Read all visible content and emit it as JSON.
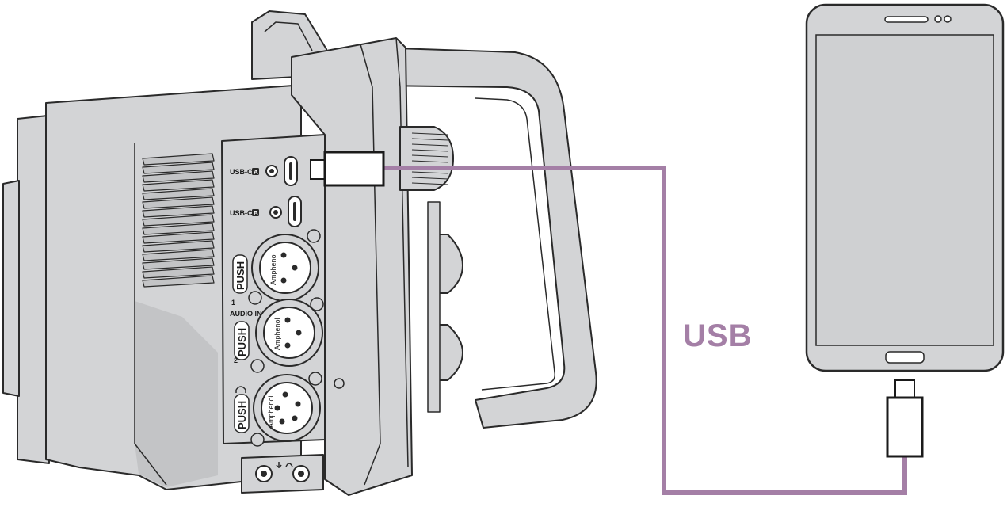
{
  "colors": {
    "background": "#ffffff",
    "device_body": "#d3d4d6",
    "device_body_dark": "#c3c4c6",
    "device_outline": "#2a2a2a",
    "screen": "#cfd0d2",
    "cable": "#a47fa6",
    "label_text": "#a47fa6"
  },
  "icons": {
    "camera": "camera-side-panel-icon",
    "phone": "smartphone-icon",
    "connector": "usb-c-connector-icon"
  },
  "camera_panel": {
    "usb_c_1": {
      "text": "USB-C",
      "badge": "A"
    },
    "usb_c_2": {
      "text": "USB-C",
      "badge": "B"
    },
    "xlr_push_1": "PUSH",
    "xlr_push_2": "PUSH",
    "xlr_push_3": "PUSH",
    "xlr_brand_1": "Amphenol",
    "xlr_brand_2": "Amphenol",
    "xlr_brand_3": "Amphenol",
    "channel_1": "1",
    "channel_2": "2",
    "audio_in": "AUDIO IN"
  },
  "cable_label": "USB"
}
